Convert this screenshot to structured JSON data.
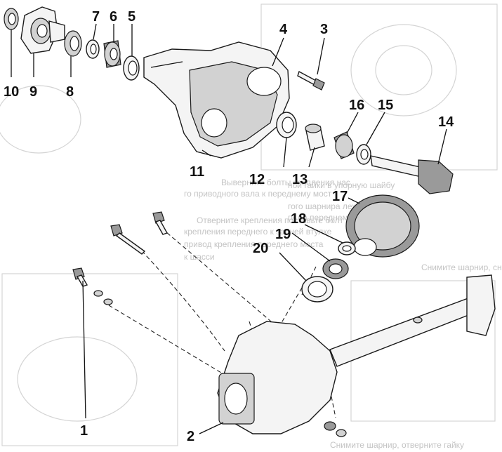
{
  "callouts": {
    "c1": "1",
    "c2": "2",
    "c3": "3",
    "c4": "4",
    "c5": "5",
    "c6": "6",
    "c7": "7",
    "c8": "8",
    "c9": "9",
    "c10": "10",
    "c11": "11",
    "c12": "12",
    "c13": "13",
    "c14": "14",
    "c15": "15",
    "c16": "16",
    "c17": "17",
    "c18": "18",
    "c19": "19",
    "c20": "20"
  },
  "background_text": {
    "line1": "Выверните болты крепления нас",
    "line2": "го приводного вала к переднему мост",
    "line3": "Отверните крепления поставьте болт",
    "line4": "крепления переднего к задней втулке",
    "line5": "привод крепления переднего моста",
    "line6": "к шасси",
    "line7": "Снимите шарнир, отверните гайку",
    "line8": "Снимите шарнир, сняв",
    "line9": "ной гайки в упорную шайбу",
    "line10": "гого шарнира лежащего шари",
    "line11": "ги на переднем"
  },
  "colors": {
    "line_art": "#1a1a1a",
    "ghost_text": "#c4c4c4",
    "background": "#ffffff"
  }
}
